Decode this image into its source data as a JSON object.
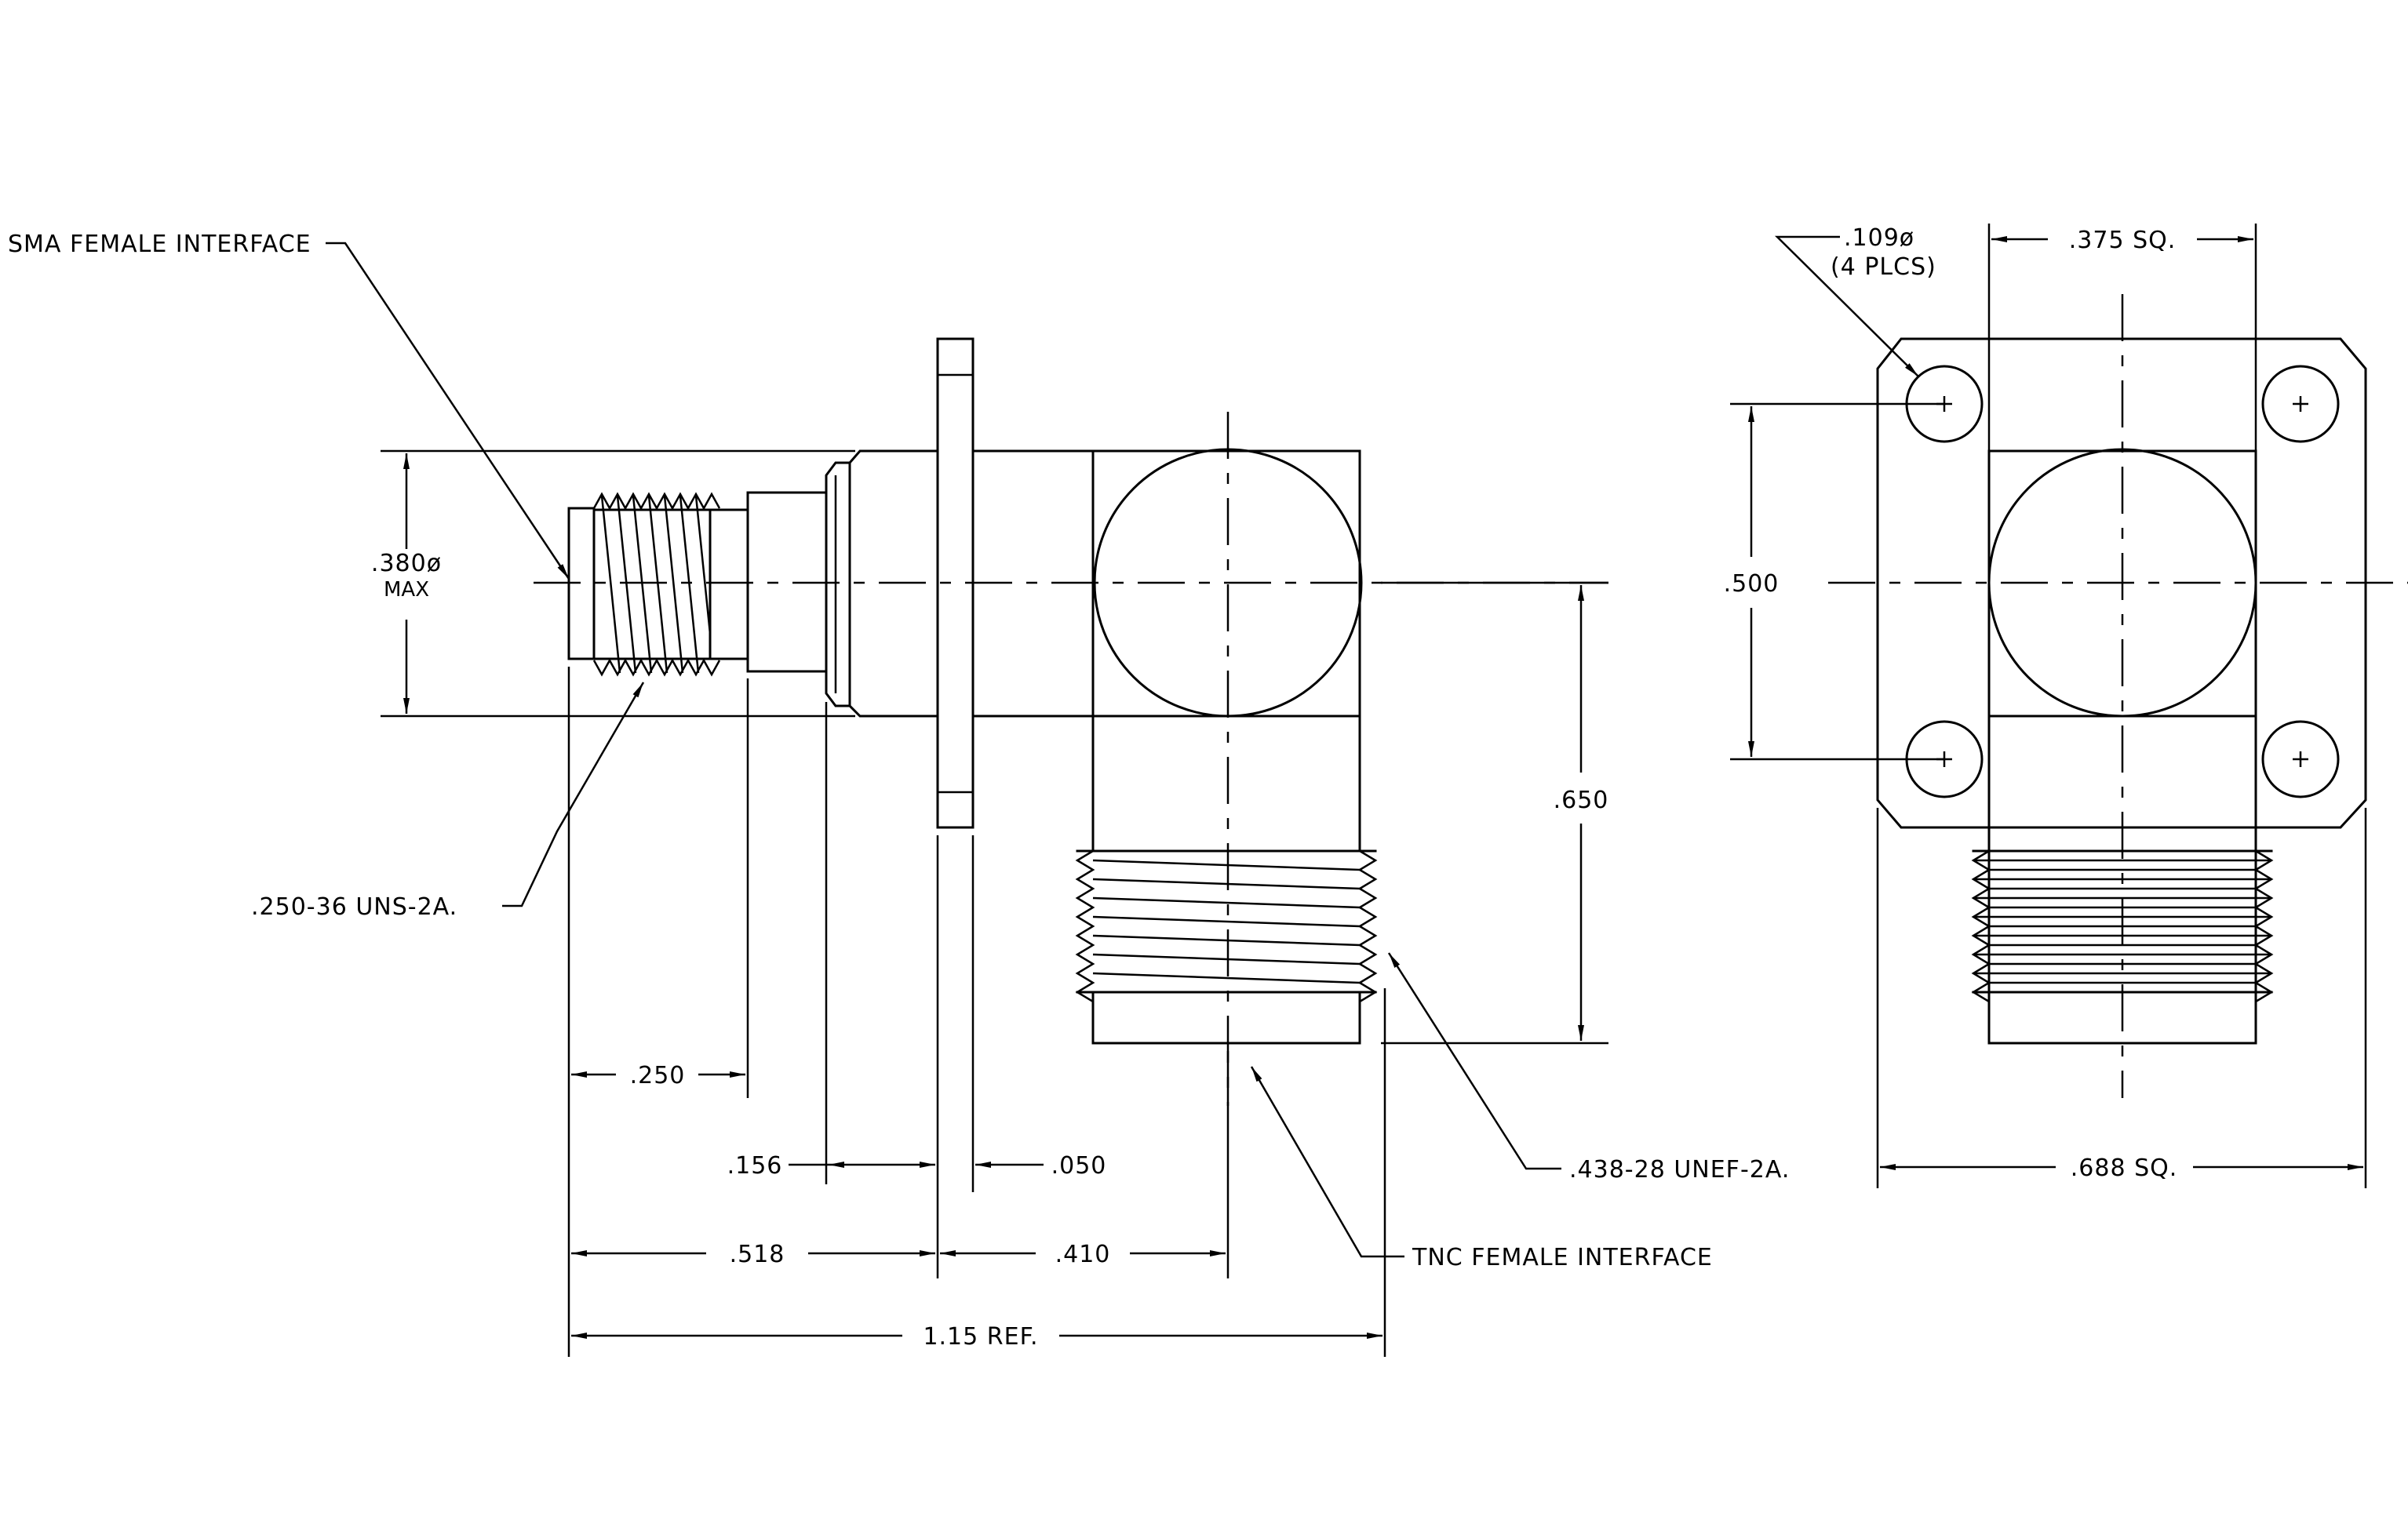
{
  "labels": {
    "sma_interface": "SMA FEMALE INTERFACE",
    "dia_380": ".380ø",
    "dia_380_max": "MAX",
    "thread_250": ".250-36 UNS-2A.",
    "dim_250": ".250",
    "dim_156": ".156",
    "dim_050": ".050",
    "dim_518": ".518",
    "dim_410": ".410",
    "dim_115": "1.15 REF.",
    "dim_650": ".650",
    "thread_438": ".438-28 UNEF-2A.",
    "tnc_interface": "TNC FEMALE INTERFACE",
    "hole_109": ".109ø",
    "hole_plcs": "(4 PLCS)",
    "dim_375": ".375 SQ.",
    "dim_500": ".500",
    "dim_688": ".688 SQ."
  }
}
